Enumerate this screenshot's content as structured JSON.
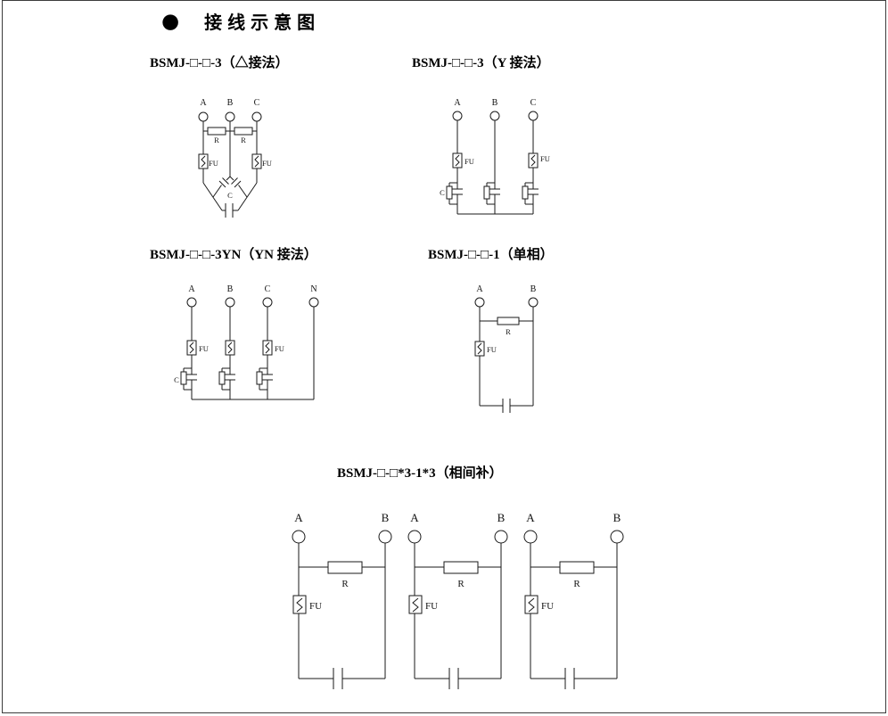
{
  "page": {
    "bullet": "●",
    "title": "接线示意图"
  },
  "diagrams": {
    "delta": {
      "title": "BSMJ-□-□-3（△接法）",
      "terminals": [
        "A",
        "B",
        "C"
      ],
      "r_labels": [
        "R",
        "R"
      ],
      "fu_labels": [
        "FU",
        "FU"
      ],
      "c_label": "C"
    },
    "wye": {
      "title": "BSMJ-□-□-3（Y 接法）",
      "terminals": [
        "A",
        "B",
        "C"
      ],
      "fu_labels": [
        "FU",
        "FU"
      ],
      "c_label": "C"
    },
    "yn": {
      "title": "BSMJ-□-□-3YN（YN 接法）",
      "terminals": [
        "A",
        "B",
        "C",
        "N"
      ],
      "fu_labels": [
        "FU",
        "FU"
      ],
      "c_label": "C"
    },
    "single": {
      "title": "BSMJ-□-□-1（单相）",
      "terminals": [
        "A",
        "B"
      ],
      "r_label": "R",
      "fu_label": "FU"
    },
    "triple": {
      "title": "BSMJ-□-□*3-1*3（相间补）",
      "units": [
        {
          "terminals": [
            "A",
            "B"
          ],
          "r_label": "R",
          "fu_label": "FU"
        },
        {
          "terminals": [
            "A",
            "B"
          ],
          "r_label": "R",
          "fu_label": "FU"
        },
        {
          "terminals": [
            "A",
            "B"
          ],
          "r_label": "R",
          "fu_label": "FU"
        }
      ]
    }
  }
}
